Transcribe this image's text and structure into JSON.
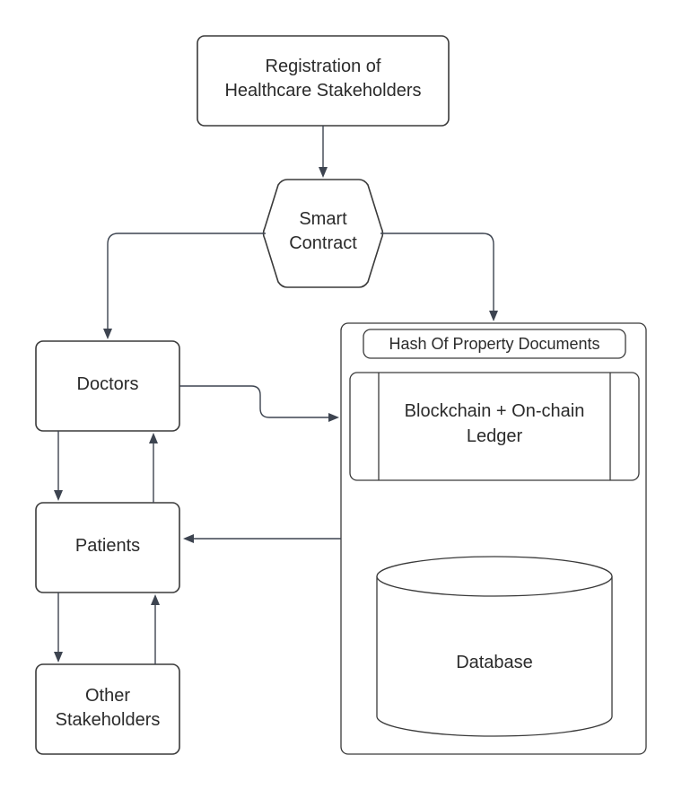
{
  "nodes": {
    "registration": {
      "lines": [
        "Registration of",
        "Healthcare Stakeholders"
      ]
    },
    "smart_contract": {
      "lines": [
        "Smart",
        "Contract"
      ]
    },
    "doctors": {
      "label": "Doctors"
    },
    "patients": {
      "label": "Patients"
    },
    "other_stakeholders": {
      "lines": [
        "Other",
        "Stakeholders"
      ]
    },
    "hash_docs": {
      "label": "Hash Of Property Documents"
    },
    "blockchain": {
      "lines": [
        "Blockchain + On-chain",
        "Ledger"
      ]
    },
    "database": {
      "label": "Database"
    }
  },
  "colors": {
    "stroke": "#3a3a3a",
    "arrow": "#3d4450",
    "text": "#2b2b2b",
    "background": "#ffffff"
  }
}
